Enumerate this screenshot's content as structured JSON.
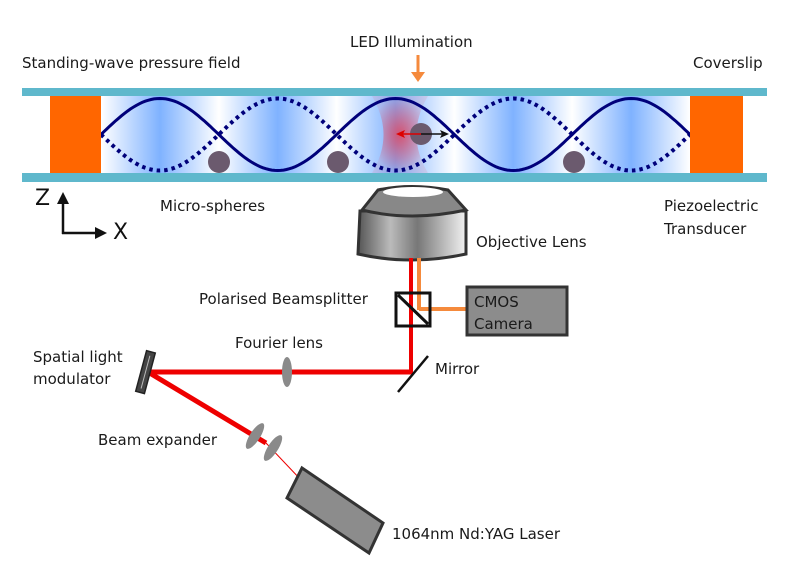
{
  "labels": {
    "standing_wave": "Standing-wave pressure field",
    "led": "LED Illumination",
    "coverslip": "Coverslip",
    "microspheres": "Micro-spheres",
    "piezo_line1": "Piezoelectric",
    "piezo_line2": "Transducer",
    "objective": "Objective Lens",
    "beamsplitter": "Polarised Beamsplitter",
    "camera_line1": "CMOS",
    "camera_line2": "Camera",
    "fourier": "Fourier lens",
    "slm_line1": "Spatial light",
    "slm_line2": "modulator",
    "mirror": "Mirror",
    "beam_expander": "Beam expander",
    "laser": "1064nm Nd:YAG Laser",
    "axis_z": "Z",
    "axis_x": "X"
  },
  "colors": {
    "coverslip": "#5fb8cc",
    "transducer": "#ff6600",
    "wave": "#00007a",
    "field": "#7fb2ff",
    "sphere": "#6b5a6e",
    "laser_beam": "#ee0000",
    "led_beam": "#f58a3c",
    "device_gray": "#8c8c8c"
  }
}
